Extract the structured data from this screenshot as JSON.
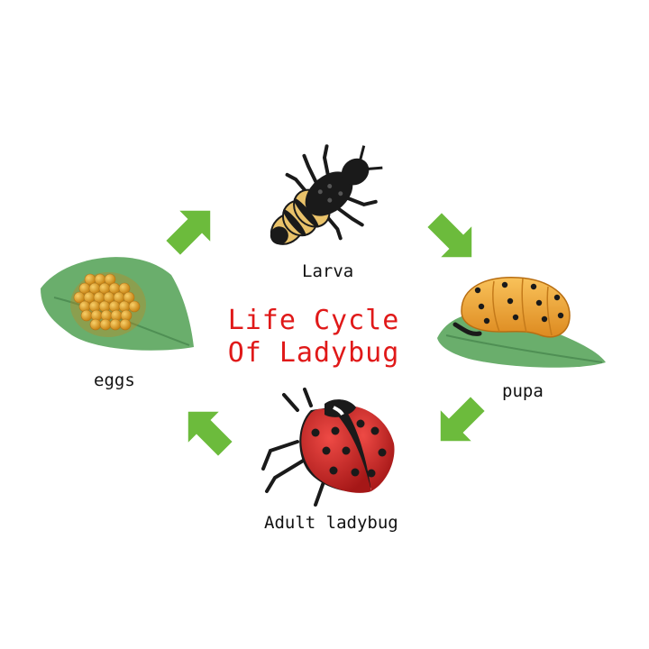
{
  "title": {
    "line1": "Life Cycle",
    "line2": "Of Ladybug",
    "color": "#e01919"
  },
  "stages": [
    {
      "id": "eggs",
      "label": "eggs"
    },
    {
      "id": "larva",
      "label": "Larva"
    },
    {
      "id": "pupa",
      "label": "pupa"
    },
    {
      "id": "adult",
      "label": "Adult ladybug"
    }
  ],
  "colors": {
    "arrow": "#6cbb3c",
    "leaf": "#6aae6c",
    "leaf_vein": "#4f8f54",
    "egg": "#e7a52a",
    "pupa": "#f0a63a",
    "ladybug_shell": "#d22a2a",
    "insect_black": "#1a1a1a",
    "larva_band": "#e9c26a"
  },
  "icons": {
    "arrows": [
      "arrow-up-right-icon",
      "arrow-down-right-icon",
      "arrow-down-left-icon",
      "arrow-up-left-icon"
    ]
  }
}
